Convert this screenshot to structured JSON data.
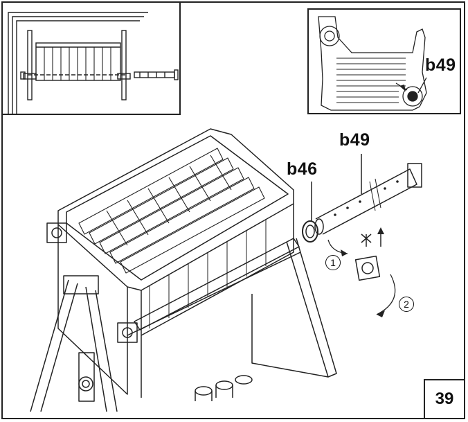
{
  "labels": {
    "b46": "b46",
    "b49_main": "b49",
    "b49_inset": "b49",
    "step1": "1",
    "step2": "2",
    "page_number": "39"
  },
  "icons": [
    "cross-icon",
    "arrow-up-icon",
    "curved-arrow-icon"
  ]
}
